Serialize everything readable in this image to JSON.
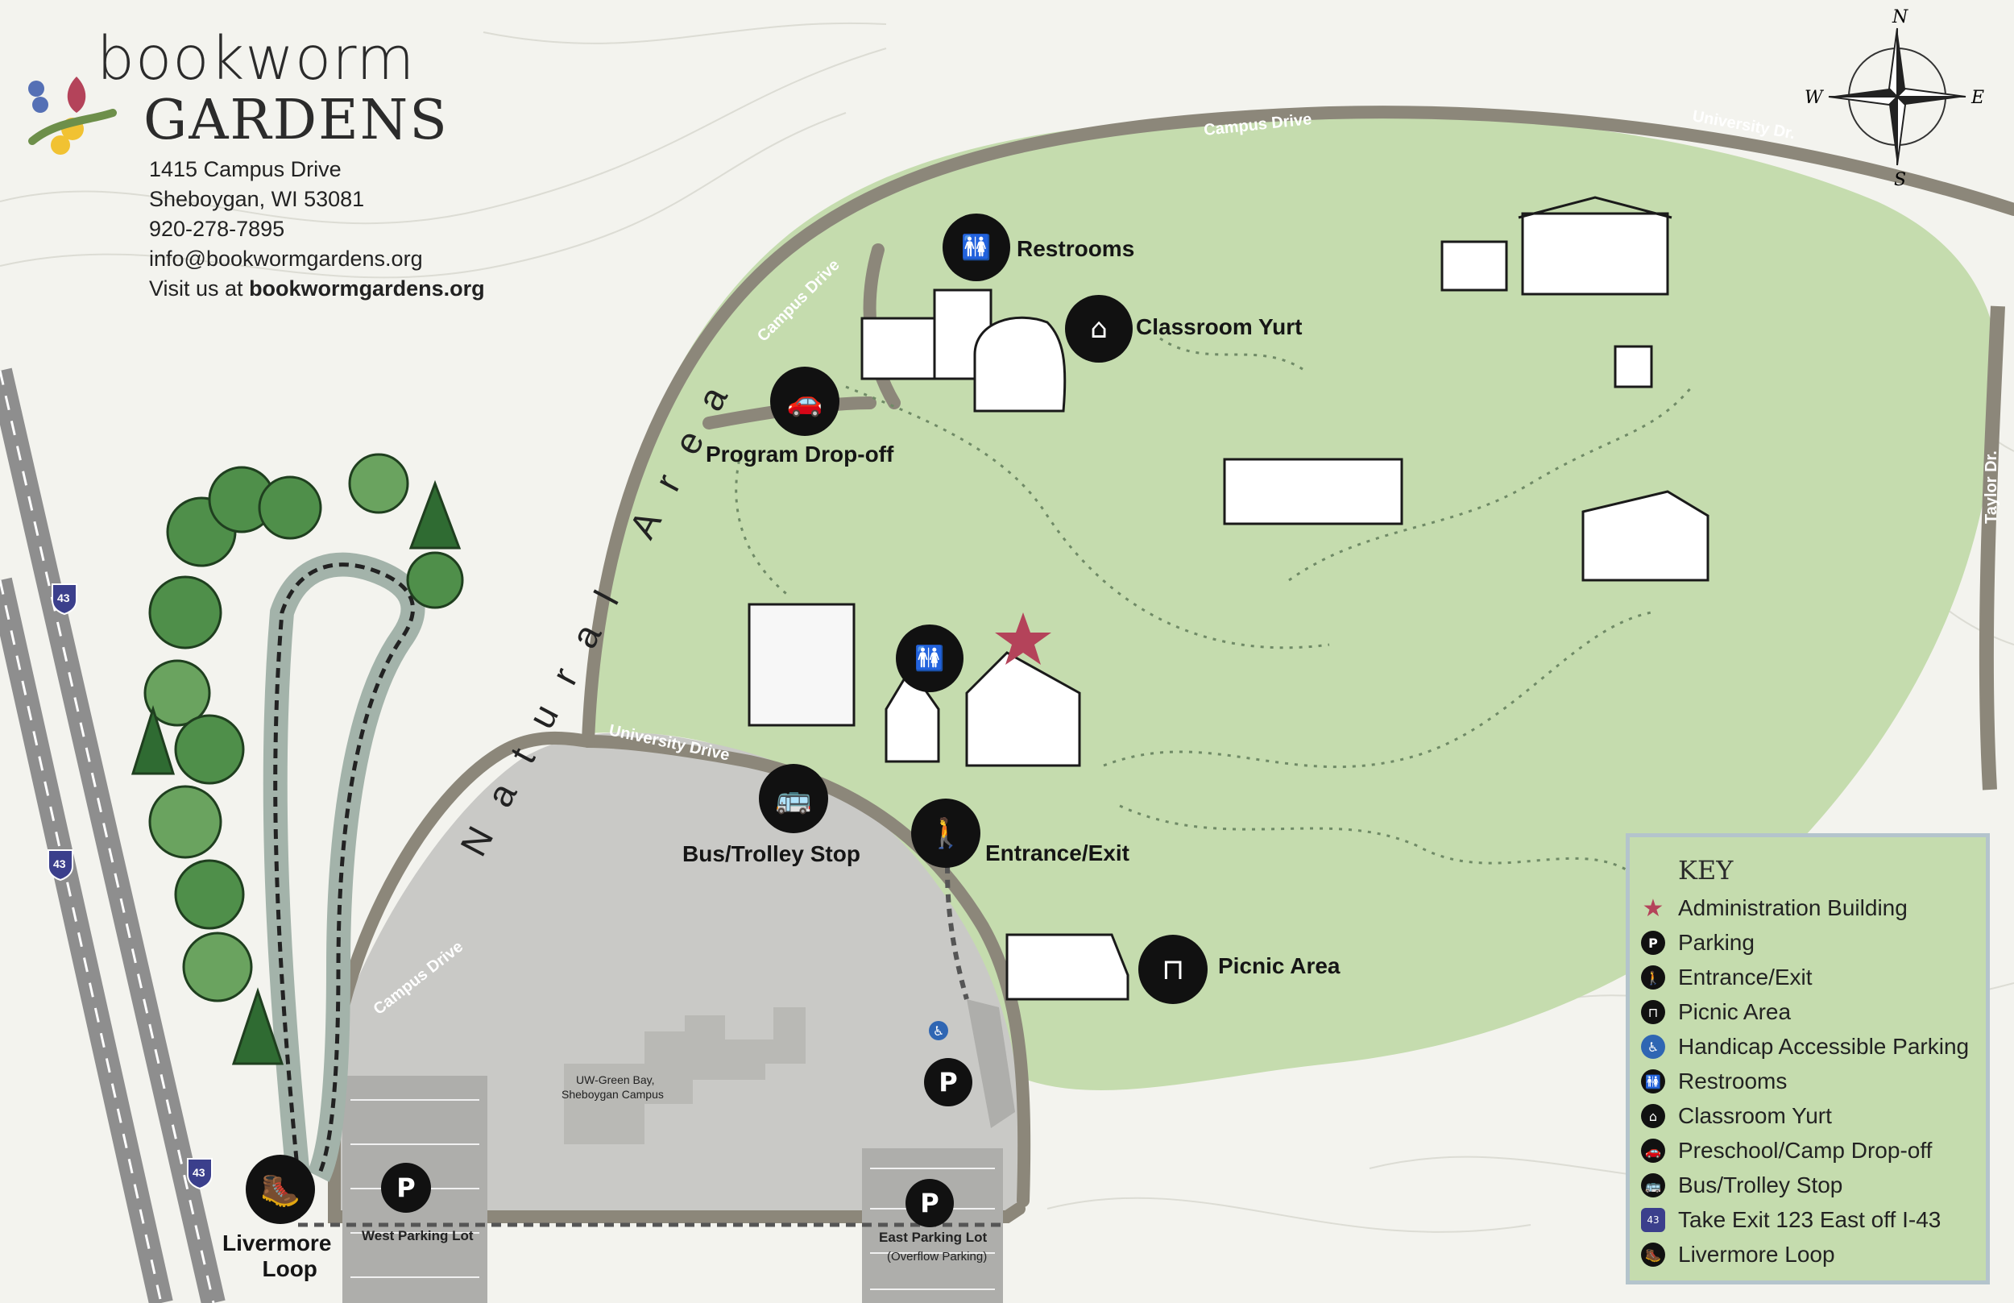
{
  "brand": {
    "line1": "bookworm",
    "line2": "GARDENS"
  },
  "contact": {
    "address1": "1415 Campus Drive",
    "address2": "Sheboygan, WI 53081",
    "phone": "920-278-7895",
    "email": "info@bookwormgardens.org",
    "visit_prefix": "Visit us at ",
    "visit_url": "bookwormgardens.org"
  },
  "compass": {
    "n": "N",
    "s": "S",
    "e": "E",
    "w": "W"
  },
  "roads": {
    "campus_top": "Campus Drive",
    "university_top": "University Dr.",
    "campus_left": "Campus Drive",
    "taylor": "Taylor Dr.",
    "university_mid": "University Drive",
    "campus_bottom": "Campus Drive",
    "interstate": "43"
  },
  "area_label": "Natural Area",
  "labels": {
    "restrooms": "Restrooms",
    "classroom_yurt": "Classroom Yurt",
    "program_dropoff": "Program Drop-off",
    "bus_stop": "Bus/Trolley Stop",
    "entrance": "Entrance/Exit",
    "picnic": "Picnic Area",
    "livermore1": "Livermore",
    "livermore2": "Loop",
    "west_lot": "West Parking Lot",
    "east_lot": "East Parking Lot",
    "east_lot_sub": "(Overflow Parking)",
    "campus1": "UW-Green Bay,",
    "campus2": "Sheboygan Campus",
    "parking_letter": "P"
  },
  "key": {
    "title": "KEY",
    "items": [
      {
        "label": "Administration Building",
        "icon": "star-icon"
      },
      {
        "label": "Parking",
        "icon": "parking-icon"
      },
      {
        "label": "Entrance/Exit",
        "icon": "walking-icon"
      },
      {
        "label": "Picnic Area",
        "icon": "picnic-icon"
      },
      {
        "label": "Handicap Accessible Parking",
        "icon": "wheelchair-icon"
      },
      {
        "label": "Restrooms",
        "icon": "restroom-icon"
      },
      {
        "label": "Classroom Yurt",
        "icon": "yurt-icon"
      },
      {
        "label": "Preschool/Camp Drop-off",
        "icon": "car-icon"
      },
      {
        "label": "Bus/Trolley Stop",
        "icon": "bus-icon"
      },
      {
        "label": "Take Exit 123 East off I-43",
        "icon": "interstate-icon"
      },
      {
        "label": "Livermore Loop",
        "icon": "hiker-icon"
      }
    ]
  },
  "colors": {
    "garden": "#c5dcae",
    "road": "#8c877a",
    "admin_star": "#b4435a",
    "lot": "#c9c9c6"
  }
}
